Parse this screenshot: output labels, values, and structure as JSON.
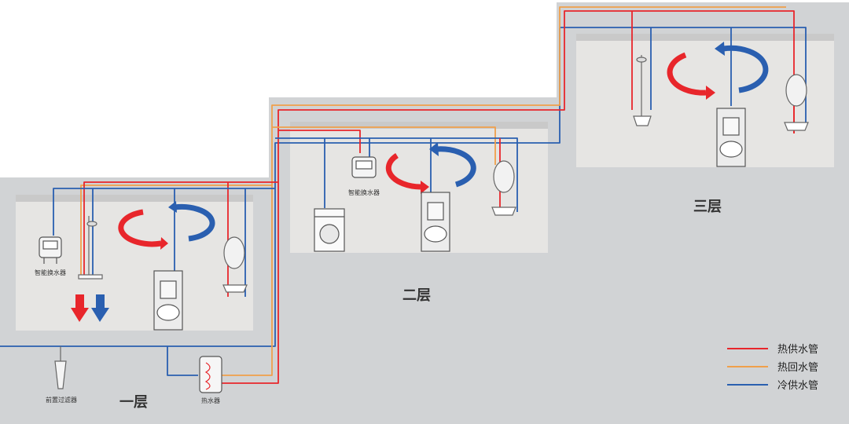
{
  "floors": {
    "first": "一层",
    "second": "二层",
    "third": "三层"
  },
  "devices": {
    "smart_exchanger_1": "智能换水器",
    "smart_exchanger_2": "智能换水器",
    "pre_filter": "前置过滤器",
    "water_heater": "热水器"
  },
  "legend": {
    "hot_supply": "热供水管",
    "hot_return": "热回水管",
    "cold_supply": "冷供水管"
  },
  "colors": {
    "hot_supply": "#e8262b",
    "hot_return": "#f0a04b",
    "cold_supply": "#2a5fb0",
    "building": "#d1d3d5",
    "room": "#e6e5e3"
  }
}
